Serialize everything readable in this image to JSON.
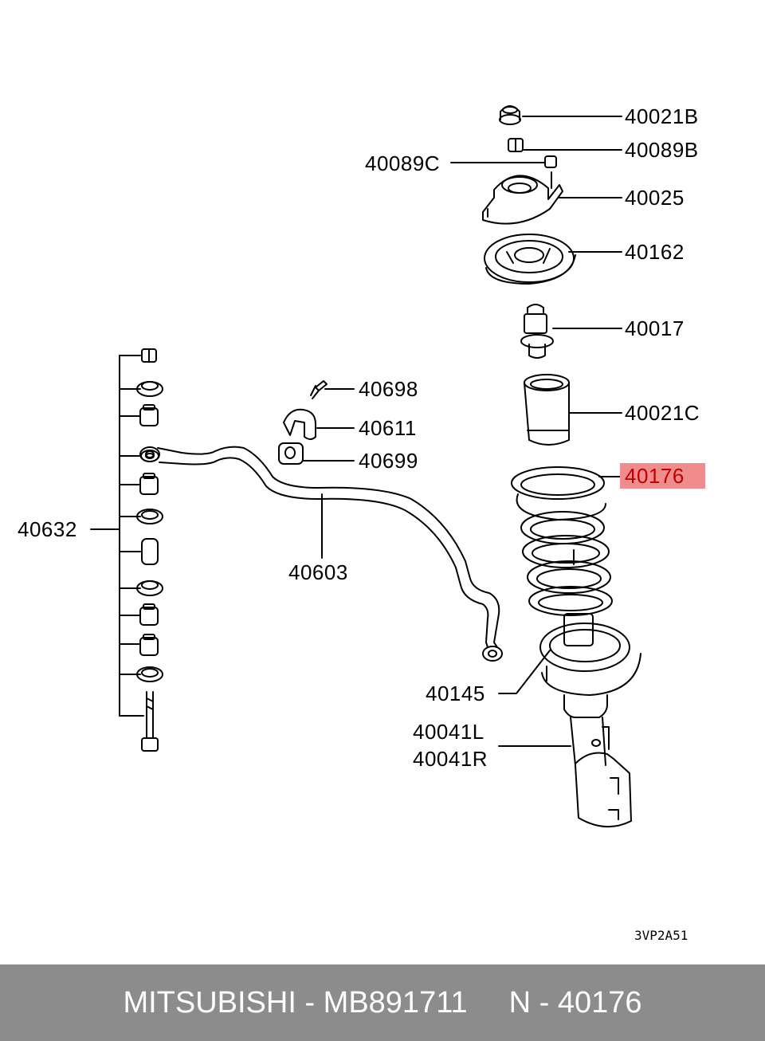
{
  "diagram": {
    "labels": {
      "p40021B": "40021B",
      "p40089B": "40089B",
      "p40089C": "40089C",
      "p40025": "40025",
      "p40162": "40162",
      "p40017": "40017",
      "p40021C": "40021C",
      "p40176": "40176",
      "p40698": "40698",
      "p40611": "40611",
      "p40699": "40699",
      "p40632": "40632",
      "p40603": "40603",
      "p40145": "40145",
      "p40041L": "40041L",
      "p40041R": "40041R"
    },
    "highlight_color": "#f08c8c",
    "drawing_code": "3VP2A51"
  },
  "footer": {
    "brand_part": "MITSUBISHI - MB891711",
    "ref": "N - 40176",
    "background": "#8c8c8c"
  }
}
